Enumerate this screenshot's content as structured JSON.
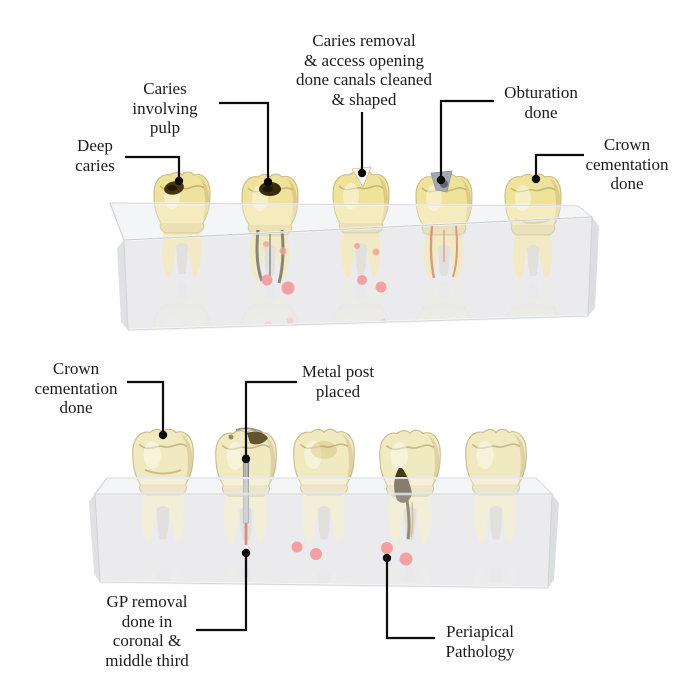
{
  "colors": {
    "background": "#ffffff",
    "label_text": "#1c1c1c",
    "leader_line": "#0b0b0b",
    "tooth_yellow": "#efe29b",
    "tooth_cream": "#f1e9c0",
    "tooth_shadow": "#d9c57c",
    "caries_dark": "#46330f",
    "canal_black": "#322b15",
    "canal_orange": "#c74b1e",
    "gutta_red": "#c03a22",
    "periapical_red": "#f15b5b",
    "metal_silver": "#aab0b6",
    "block_gray": "#e4e5e8"
  },
  "top_model": {
    "labels": [
      {
        "id": "deep-caries",
        "text": "Deep\ncaries"
      },
      {
        "id": "caries-involving-pulp",
        "text": "Caries\ninvolving\npulp"
      },
      {
        "id": "caries-removal-access-opening",
        "text": "Caries removal\n& access opening\ndone canals cleaned\n& shaped"
      },
      {
        "id": "obturation-done",
        "text": "Obturation\ndone"
      },
      {
        "id": "crown-cementation-done",
        "text": "Crown\ncementation\ndone"
      }
    ]
  },
  "bottom_model": {
    "labels": [
      {
        "id": "crown-cementation-done",
        "text": "Crown\ncementation\ndone"
      },
      {
        "id": "metal-post-placed",
        "text": "Metal post\nplaced"
      },
      {
        "id": "gp-removal-coronal-middle-third",
        "text": "GP removal\ndone in\ncoronal &\nmiddle third"
      },
      {
        "id": "periapical-pathology",
        "text": "Periapical\nPathology"
      }
    ]
  }
}
